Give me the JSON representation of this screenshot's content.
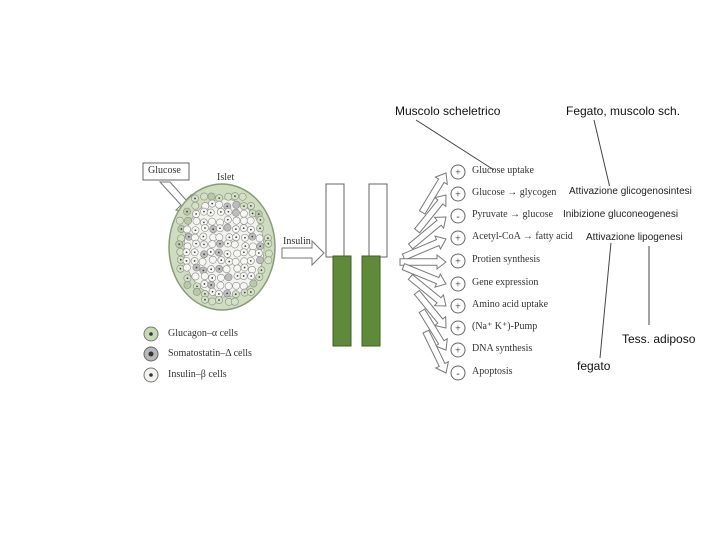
{
  "top_labels": {
    "skeletal_muscle": "Muscolo scheletrico",
    "liver_muscle": "Fegato, muscolo sch."
  },
  "annotations": {
    "glycogenesis": "Attivazione glicogenosintesi",
    "gluconeogenesis": "Inibizione gluconeogenesi",
    "lipogenesis": "Attivazione lipogenesi",
    "adipose": "Tess. adiposo",
    "liver": "fegato"
  },
  "figure": {
    "glucose_label": "Glucose",
    "islet_label": "Islet",
    "insulin_label": "Insulin",
    "colors": {
      "green": "#5e8a3a",
      "islet_fill": "#dfe7d2",
      "outline": "#777777"
    }
  },
  "legend": [
    {
      "label": "Glucagon–α cells",
      "icon": "glucagon-cell-icon"
    },
    {
      "label": "Somatostatin–Δ cells",
      "icon": "somatostatin-cell-icon"
    },
    {
      "label": "Insulin–β cells",
      "icon": "insulin-cell-icon"
    }
  ],
  "effects": [
    {
      "sign": "+",
      "label": "Glucose uptake"
    },
    {
      "sign": "+",
      "label": "Glucose → glycogen"
    },
    {
      "sign": "-",
      "label": "Pyruvate → glucose"
    },
    {
      "sign": "+",
      "label": "Acetyl-CoA → fatty acid"
    },
    {
      "sign": "+",
      "label": "Protien synthesis"
    },
    {
      "sign": "+",
      "label": "Gene expression"
    },
    {
      "sign": "+",
      "label": "Amino acid uptake"
    },
    {
      "sign": "+",
      "label": "(Na⁺ K⁺)-Pump"
    },
    {
      "sign": "+",
      "label": "DNA synthesis"
    },
    {
      "sign": "-",
      "label": "Apoptosis"
    }
  ]
}
